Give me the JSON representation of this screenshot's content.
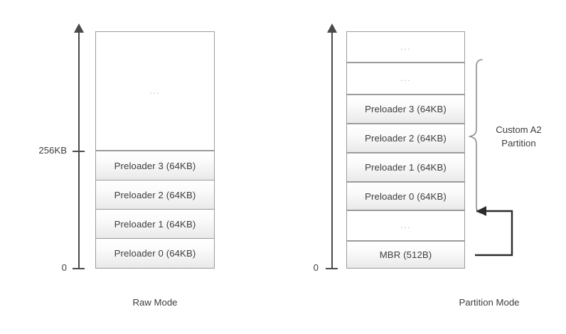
{
  "figure": {
    "background": "#ffffff",
    "stroke": "#9b9b9b",
    "axis_color": "#4a4a4a",
    "text_color": "#3d3d3d",
    "ellipsis_color": "#c2c2c2",
    "arrow_color": "#2b2b2b"
  },
  "ellipsis_glyph": "...",
  "raw_mode": {
    "caption": "Raw Mode",
    "axis": {
      "top_label": "256KB",
      "bottom_label": "0"
    },
    "blocks": [
      {
        "label": "...",
        "kind": "empty"
      },
      {
        "label": "Preloader 3 (64KB)",
        "kind": "filled"
      },
      {
        "label": "Preloader 2 (64KB)",
        "kind": "filled"
      },
      {
        "label": "Preloader 1 (64KB)",
        "kind": "filled"
      },
      {
        "label": "Preloader 0 (64KB)",
        "kind": "filled"
      }
    ]
  },
  "partition_mode": {
    "caption": "Partition Mode",
    "axis": {
      "bottom_label": "0"
    },
    "blocks": [
      {
        "label": "...",
        "kind": "empty"
      },
      {
        "label": "...",
        "kind": "empty"
      },
      {
        "label": "Preloader 3 (64KB)",
        "kind": "filled"
      },
      {
        "label": "Preloader 2 (64KB)",
        "kind": "filled"
      },
      {
        "label": "Preloader 1 (64KB)",
        "kind": "filled"
      },
      {
        "label": "Preloader 0 (64KB)",
        "kind": "filled"
      },
      {
        "label": "...",
        "kind": "empty"
      },
      {
        "label": "MBR (512B)",
        "kind": "filled"
      }
    ],
    "brace_label_line1": "Custom A2",
    "brace_label_line2": "Partition"
  }
}
